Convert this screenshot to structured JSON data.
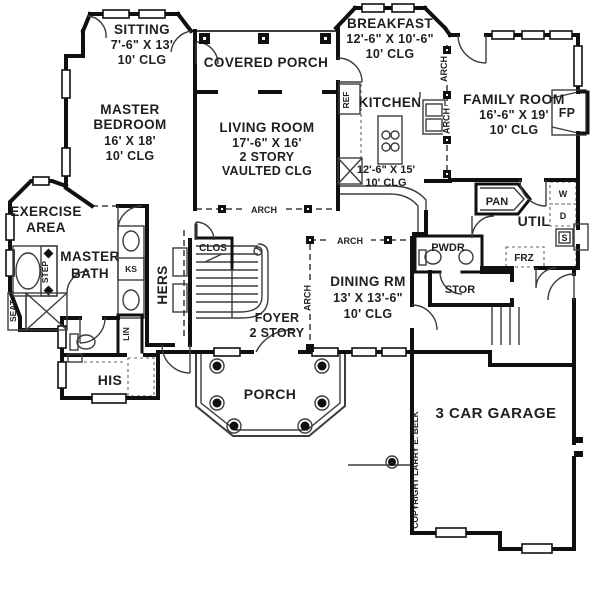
{
  "plan": {
    "rooms": {
      "sitting": {
        "name": "SITTING",
        "dims": "7'-6\" X 13'",
        "ceiling": "10' CLG"
      },
      "covered_porch": {
        "name": "COVERED PORCH"
      },
      "breakfast": {
        "name": "BREAKFAST",
        "dims": "12'-6\" X 10'-6\"",
        "ceiling": "10' CLG"
      },
      "kitchen": {
        "name": "KITCHEN",
        "dims": "12'-6\" X 15'",
        "ceiling": "10' CLG"
      },
      "family_room": {
        "name": "FAMILY ROOM",
        "dims": "16'-6\" X 19'",
        "ceiling": "10' CLG"
      },
      "master_bedroom": {
        "name_line1": "MASTER",
        "name_line2": "BEDROOM",
        "dims": "16' X 18'",
        "ceiling": "10' CLG"
      },
      "living_room": {
        "name": "LIVING ROOM",
        "dims": "17'-6\" X 16'",
        "story": "2 STORY",
        "ceiling": "VAULTED CLG"
      },
      "exercise_area": {
        "name_line1": "EXERCISE",
        "name_line2": "AREA"
      },
      "master_bath": {
        "name_line1": "MASTER",
        "name_line2": "BATH"
      },
      "dining_room": {
        "name": "DINING RM",
        "dims": "13' X 13'-6\"",
        "ceiling": "10' CLG"
      },
      "foyer": {
        "name": "FOYER",
        "story": "2 STORY"
      },
      "porch": {
        "name": "PORCH"
      },
      "garage": {
        "name": "3 CAR GARAGE"
      },
      "his_closet": {
        "name": "HIS"
      },
      "hers_closet": {
        "name": "HERS"
      },
      "utility": {
        "name": "UTIL"
      },
      "pantry": {
        "name": "PAN"
      },
      "powder": {
        "name": "PWDR"
      },
      "storage": {
        "name": "STOR"
      },
      "closet": {
        "name": "CLOS"
      }
    },
    "fixtures": {
      "fireplace": "FP",
      "refrigerator": "REF",
      "freezer": "FRZ",
      "washer": "W",
      "dryer": "D",
      "sink": "S",
      "knee_space": "KS",
      "linen": "LIN",
      "seat": "SEAT",
      "step": "STEP"
    },
    "arch_label": "ARCH",
    "copyright": "COPYRIGHT LARRY E. BELK",
    "colors": {
      "background": "#ffffff",
      "walls": "#101010",
      "text": "#1f1f1f",
      "thin_line": "#3d3d3d"
    }
  }
}
